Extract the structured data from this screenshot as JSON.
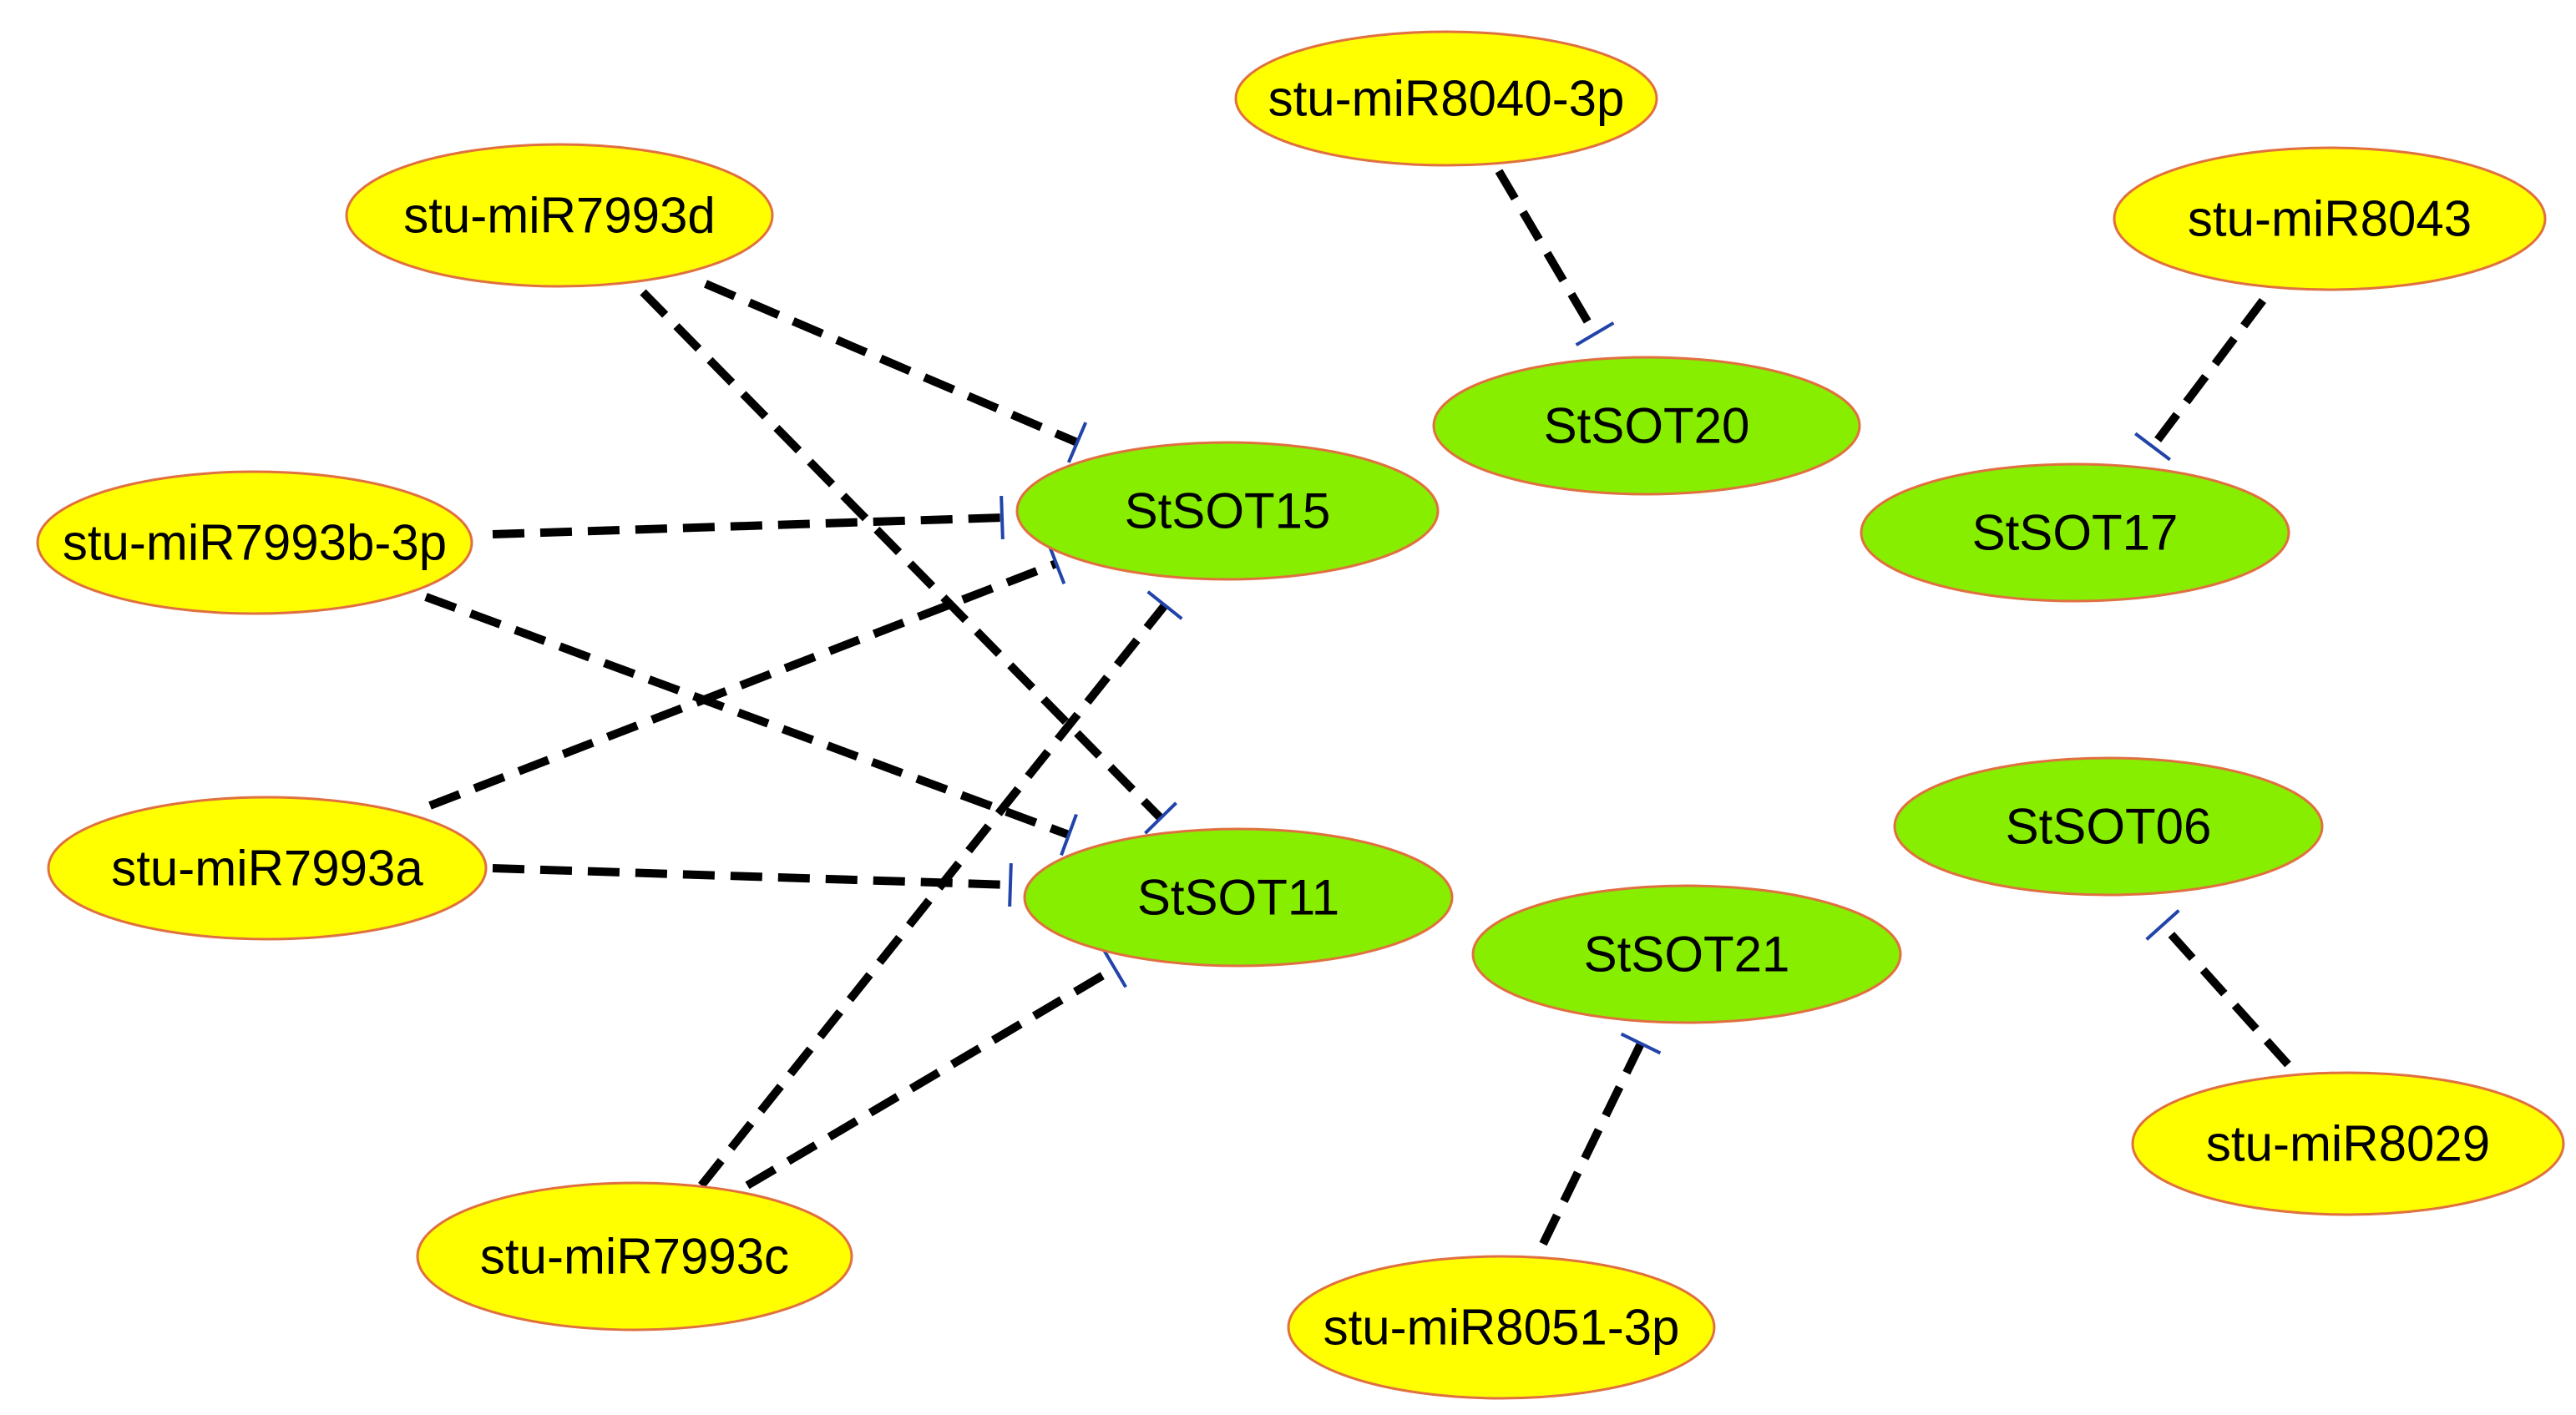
{
  "network": {
    "mirnas": [
      {
        "id": "m7993d",
        "label": "stu-miR7993d"
      },
      {
        "id": "m7993b3p",
        "label": "stu-miR7993b-3p"
      },
      {
        "id": "m7993a",
        "label": "stu-miR7993a"
      },
      {
        "id": "m7993c",
        "label": "stu-miR7993c"
      },
      {
        "id": "m8040",
        "label": "stu-miR8040-3p"
      },
      {
        "id": "m8043",
        "label": "stu-miR8043"
      },
      {
        "id": "m8051",
        "label": "stu-miR8051-3p"
      },
      {
        "id": "m8029",
        "label": "stu-miR8029"
      }
    ],
    "genes": [
      {
        "id": "g15",
        "label": "StSOT15"
      },
      {
        "id": "g11",
        "label": "StSOT11"
      },
      {
        "id": "g20",
        "label": "StSOT20"
      },
      {
        "id": "g17",
        "label": "StSOT17"
      },
      {
        "id": "g21",
        "label": "StSOT21"
      },
      {
        "id": "g06",
        "label": "StSOT06"
      }
    ],
    "edges": [
      {
        "from": "m7993d",
        "to": "g15"
      },
      {
        "from": "m7993d",
        "to": "g11"
      },
      {
        "from": "m7993b3p",
        "to": "g15"
      },
      {
        "from": "m7993b3p",
        "to": "g11"
      },
      {
        "from": "m7993a",
        "to": "g15"
      },
      {
        "from": "m7993a",
        "to": "g11"
      },
      {
        "from": "m7993c",
        "to": "g15"
      },
      {
        "from": "m7993c",
        "to": "g11"
      },
      {
        "from": "m8040",
        "to": "g20"
      },
      {
        "from": "m8043",
        "to": "g17"
      },
      {
        "from": "m8051",
        "to": "g21"
      },
      {
        "from": "m8029",
        "to": "g06"
      }
    ],
    "colors": {
      "mirna_fill": "#ffff00",
      "gene_fill": "#88ee00",
      "node_border": "#e07040",
      "edge": "#000000",
      "inhibition_bar": "#2244aa"
    }
  }
}
